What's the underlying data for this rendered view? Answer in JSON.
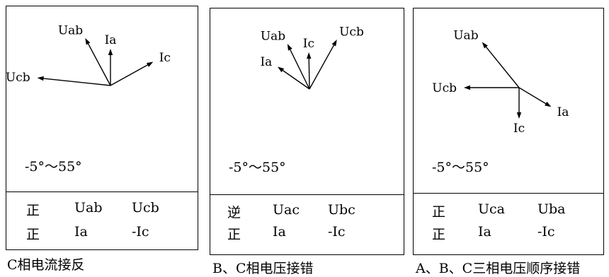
{
  "panels": [
    {
      "caption": "C相电流接反",
      "range": "-5°～55°",
      "table": [
        [
          "正",
          "Uab",
          "Ucb"
        ],
        [
          "正",
          "Ia",
          "-Ic"
        ]
      ],
      "phasors": [
        {
          "label": "Uab",
          "angle_deg": 118,
          "length": 76
        },
        {
          "label": "Ia",
          "angle_deg": 90,
          "length": 52
        },
        {
          "label": "Ic",
          "angle_deg": 29,
          "length": 69
        },
        {
          "label": "Ucb",
          "angle_deg": 174,
          "length": 104
        }
      ]
    },
    {
      "caption": "B、C相电压接错",
      "range": "-5°～55°",
      "table": [
        [
          "逆",
          "Uac",
          "Ubc"
        ],
        [
          "正",
          "Ia",
          "-Ic"
        ]
      ],
      "phasors": [
        {
          "label": "Uab",
          "angle_deg": 116,
          "length": 71
        },
        {
          "label": "Ic",
          "angle_deg": 91,
          "length": 52
        },
        {
          "label": "Ucb",
          "angle_deg": 61,
          "length": 80
        },
        {
          "label": "Ia",
          "angle_deg": 145,
          "length": 55
        }
      ]
    },
    {
      "caption": "A、B、C三相电压顺序接错",
      "range": "-5°～55°",
      "table": [
        [
          "正",
          "Uca",
          "Uba"
        ],
        [
          "正",
          "Ia",
          "-Ic"
        ]
      ],
      "phasors": [
        {
          "label": "Uab",
          "angle_deg": 129,
          "length": 83
        },
        {
          "label": "Ucb",
          "angle_deg": 180,
          "length": 78
        },
        {
          "label": "Ic",
          "angle_deg": 270,
          "length": 44
        },
        {
          "label": "Ia",
          "angle_deg": -31,
          "length": 53
        }
      ]
    }
  ]
}
